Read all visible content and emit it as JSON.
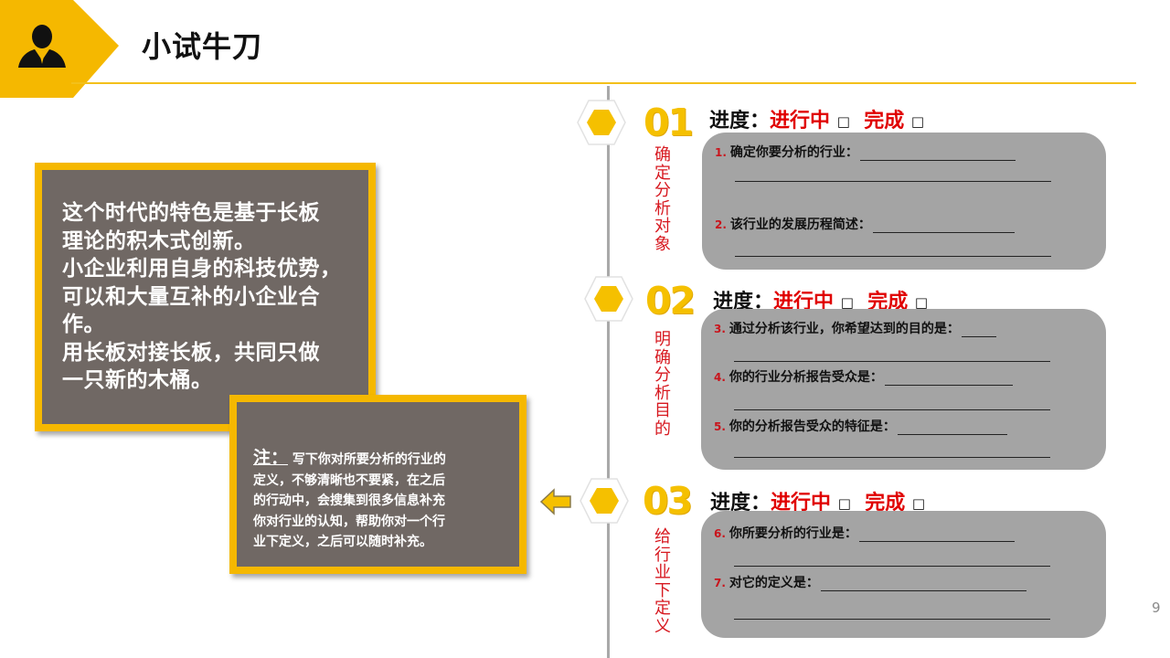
{
  "header": {
    "title": "小试牛刀",
    "accent_color": "#f5b800",
    "icon": "person-silhouette-icon"
  },
  "main_box": {
    "lines": [
      "这个时代的特色是基于长板",
      "理论的积木式创新。",
      "小企业利用自身的科技优势，",
      "可以和大量互补的小企业合",
      "作。",
      "用长板对接长板，共同只做",
      "一只新的木桶。"
    ]
  },
  "note_box": {
    "label": "注：",
    "first_line": "写下你对所要分析的行业的",
    "lines": [
      "定义，不够清晰也不要紧，在之后",
      "的行动中，会搜集到很多信息补充",
      "你对行业的认知，帮助你对一个行",
      "业下定义，之后可以随时补充。"
    ]
  },
  "sections": [
    {
      "number": "01",
      "vertical_title": "确定分析对象",
      "progress": {
        "label": "进度：",
        "in_progress": "进行中",
        "done": "完成",
        "box": "□"
      },
      "questions": [
        {
          "num": "1.",
          "text": "确定你要分析的行业："
        },
        {
          "num": "2.",
          "text": "该行业的发展历程简述："
        }
      ]
    },
    {
      "number": "02",
      "vertical_title": "明确分析目的",
      "progress": {
        "label": "进度：",
        "in_progress": "进行中",
        "done": "完成",
        "box": "□"
      },
      "questions": [
        {
          "num": "3.",
          "text": "通过分析该行业，你希望达到的目的是："
        },
        {
          "num": "4.",
          "text": "你的行业分析报告受众是："
        },
        {
          "num": "5.",
          "text": "你的分析报告受众的特征是："
        }
      ]
    },
    {
      "number": "03",
      "vertical_title": "给行业下定义",
      "progress": {
        "label": "进度：",
        "in_progress": "进行中",
        "done": "完成",
        "box": "□"
      },
      "questions": [
        {
          "num": "6.",
          "text": "你所要分析的行业是："
        },
        {
          "num": "7.",
          "text": "对它的定义是："
        }
      ]
    }
  ],
  "page_number": "9"
}
